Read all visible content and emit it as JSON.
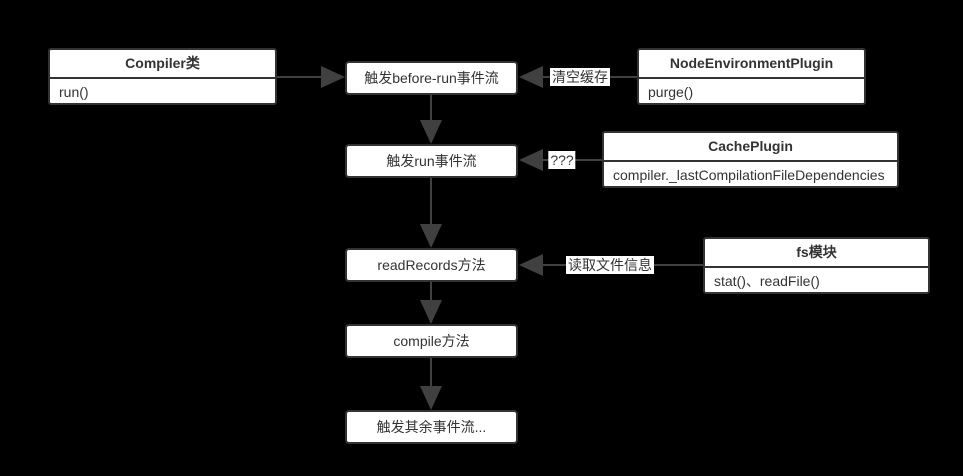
{
  "diagram": {
    "background_color": "#000000",
    "box_fill_color": "#ffffff",
    "box_border_color": "#333333",
    "line_color": "#404040",
    "text_color": "#333333",
    "nodes": {
      "compiler_class": {
        "title": "Compiler类",
        "body": "run()"
      },
      "before_run_event": {
        "label": "触发before-run事件流"
      },
      "node_environment_plugin": {
        "title": "NodeEnvironmentPlugin",
        "body": "purge()"
      },
      "run_event": {
        "label": "触发run事件流"
      },
      "cache_plugin": {
        "title": "CachePlugin",
        "body": "compiler._lastCompilationFileDependencies"
      },
      "read_records": {
        "label": "readRecords方法"
      },
      "fs_module": {
        "title": "fs模块",
        "body": "stat()、readFile()"
      },
      "compile_method": {
        "label": "compile方法"
      },
      "rest_events": {
        "label": "触发其余事件流..."
      }
    },
    "edge_labels": {
      "clear_cache": "清空缓存",
      "unknown": "???",
      "read_file_info": "读取文件信息"
    }
  }
}
